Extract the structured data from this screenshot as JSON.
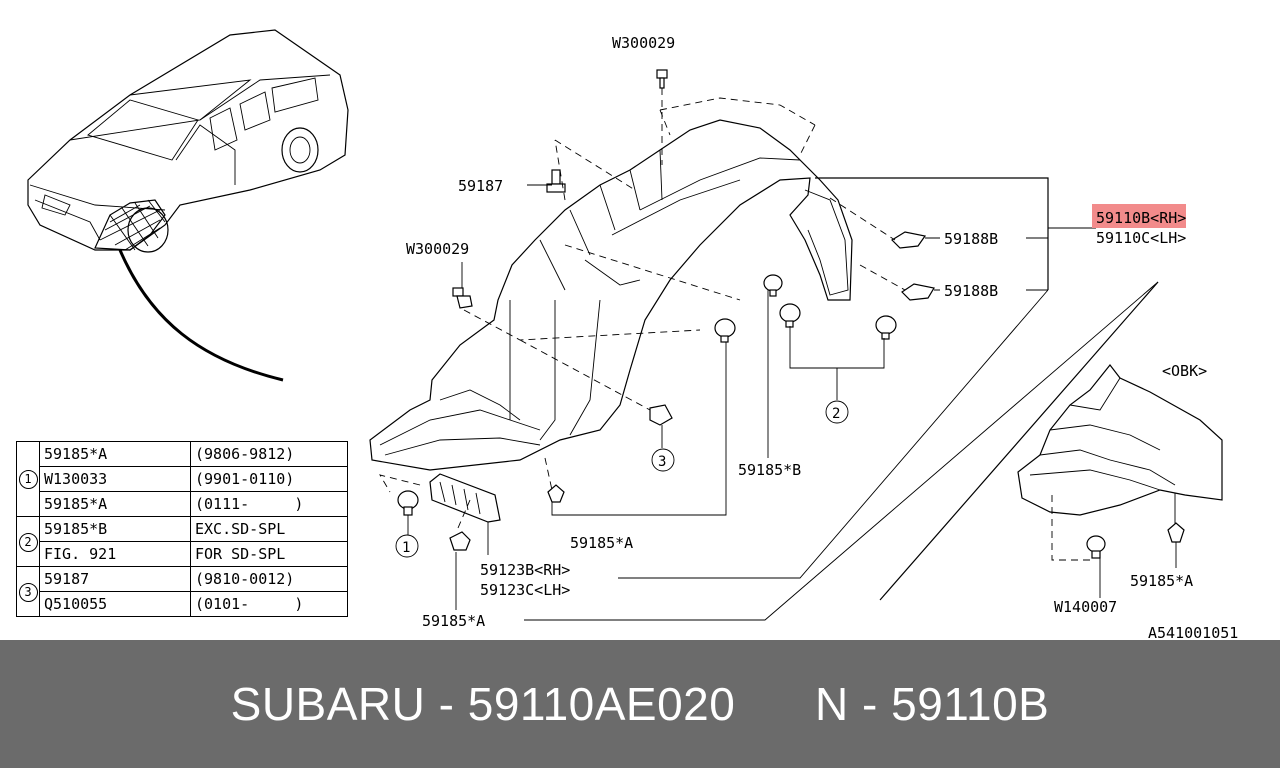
{
  "labels": {
    "w300029_top": "W300029",
    "w300029_left": "W300029",
    "p59187": "59187",
    "p59188b_1": "59188B",
    "p59188b_2": "59188B",
    "p59110b_rh": "59110B<RH>",
    "p59110c_lh": "59110C<LH>",
    "obk": "<OBK>",
    "p59185b": "59185*B",
    "p59185a_center": "59185*A",
    "p59185a_bottom": "59185*A",
    "p59185a_right": "59185*A",
    "p59123b_rh": "59123B<RH>",
    "p59123c_lh": "59123C<LH>",
    "w140007": "W140007",
    "diagram_code": "A541001051"
  },
  "callouts": {
    "one": "1",
    "two": "2",
    "three": "3"
  },
  "highlight_color": "#f28b8b",
  "fitment_table": [
    {
      "group": "1",
      "rows": [
        {
          "part": "59185*A",
          "range": "(9806-9812)"
        },
        {
          "part": "W130033",
          "range": "(9901-0110)"
        },
        {
          "part": "59185*A",
          "range": "(0111-     )"
        }
      ]
    },
    {
      "group": "2",
      "rows": [
        {
          "part": "59185*B",
          "range": "EXC.SD-SPL"
        },
        {
          "part": "FIG. 921",
          "range": "FOR SD-SPL"
        }
      ]
    },
    {
      "group": "3",
      "rows": [
        {
          "part": "59187",
          "range": "(9810-0012)"
        },
        {
          "part": "Q510055",
          "range": "(0101-     )"
        }
      ]
    }
  ],
  "footer": {
    "brand_part": "SUBARU - 59110AE020",
    "ref_part": "N - 59110B"
  }
}
